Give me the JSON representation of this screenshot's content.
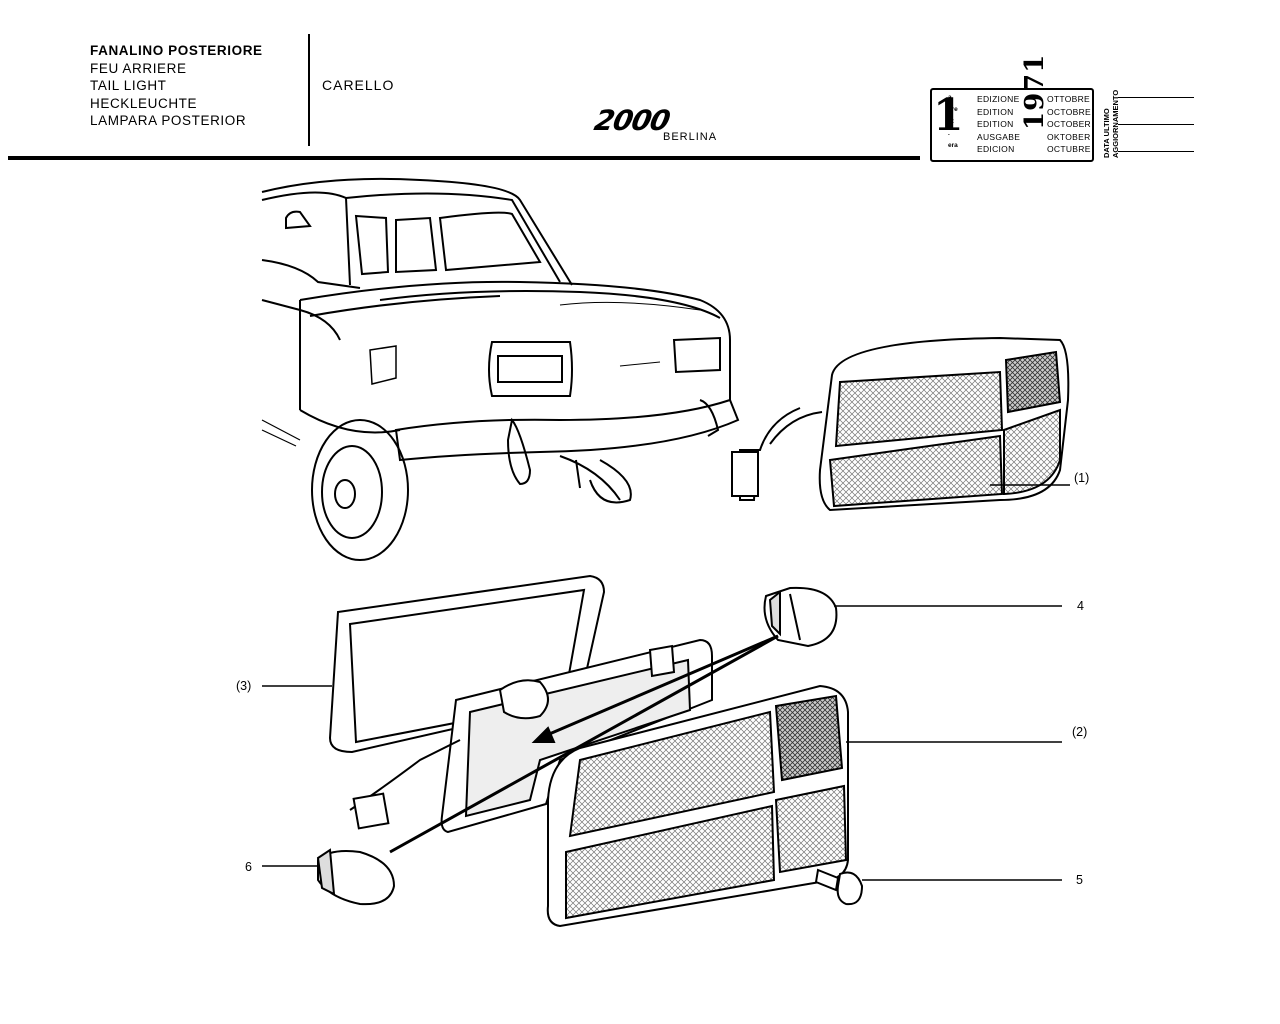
{
  "title": {
    "it": "FANALINO POSTERIORE",
    "fr": "FEU ARRIERE",
    "en": "TAIL LIGHT",
    "de": "HECKLEUCHTE",
    "es": "LAMPARA POSTERIOR"
  },
  "group": "CARELLO",
  "model": {
    "logo": "2000",
    "variant": "BERLINA"
  },
  "edition": {
    "number": "1",
    "suffixes": [
      "a",
      "ère",
      "st",
      ".",
      "era"
    ],
    "labels": [
      "EDIZIONE",
      "EDITION",
      "EDITION",
      "AUSGABE",
      "EDICION"
    ],
    "year": "1971",
    "months": [
      "OTTOBRE",
      "OCTOBRE",
      "OCTOBER",
      "OKTOBER",
      "OCTUBRE"
    ],
    "update_label": [
      "DATA ULTIMO",
      "AGGIORNAMENTO"
    ]
  },
  "callouts": {
    "c1": "(1)",
    "c2": "(2)",
    "c3": "(3)",
    "c4": "4",
    "c5": "5",
    "c6": "6"
  }
}
